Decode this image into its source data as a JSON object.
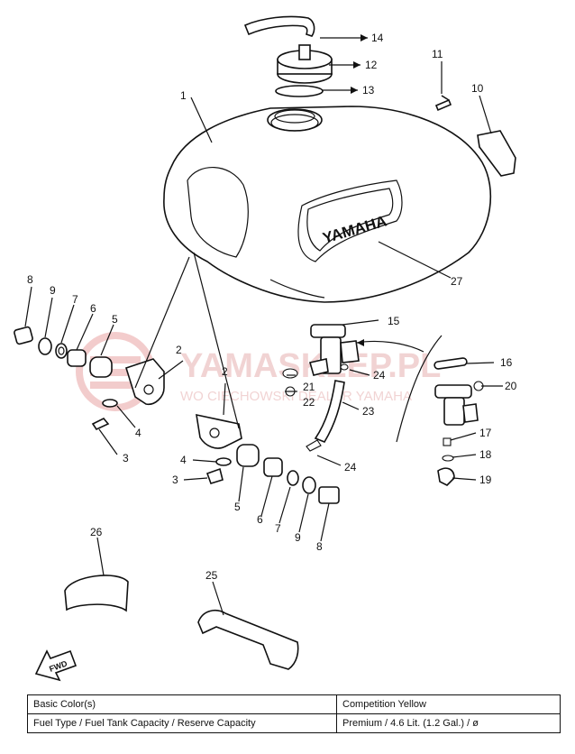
{
  "watermark": {
    "line1": "YAMASKLEP.PL",
    "line2": "WO CIECHOWSKI DEALER YAMAHA",
    "color": "#e9a3a3"
  },
  "tank_emblem": "YAMAHA",
  "fwd_label": "FWD",
  "part_labels": {
    "p1": "1",
    "p2a": "2",
    "p2b": "2",
    "p3a": "3",
    "p3b": "3",
    "p4a": "4",
    "p4b": "4",
    "p5a": "5",
    "p5b": "5",
    "p6a": "6",
    "p6b": "6",
    "p7a": "7",
    "p7b": "7",
    "p8a": "8",
    "p8b": "8",
    "p9a": "9",
    "p9b": "9",
    "p10": "10",
    "p11": "11",
    "p12": "12",
    "p13": "13",
    "p14": "14",
    "p15": "15",
    "p16": "16",
    "p17": "17",
    "p18": "18",
    "p19": "19",
    "p20": "20",
    "p21": "21",
    "p22": "22",
    "p23": "23",
    "p24a": "24",
    "p24b": "24",
    "p25": "25",
    "p26": "26",
    "p27": "27"
  },
  "spec_table": {
    "rows": [
      {
        "label": "Basic Color(s)",
        "value": "Competition Yellow"
      },
      {
        "label": "Fuel Type / Fuel Tank Capacity / Reserve Capacity",
        "value": "Premium / 4.6 Lit. (1.2 Gal.) / ø"
      }
    ]
  }
}
